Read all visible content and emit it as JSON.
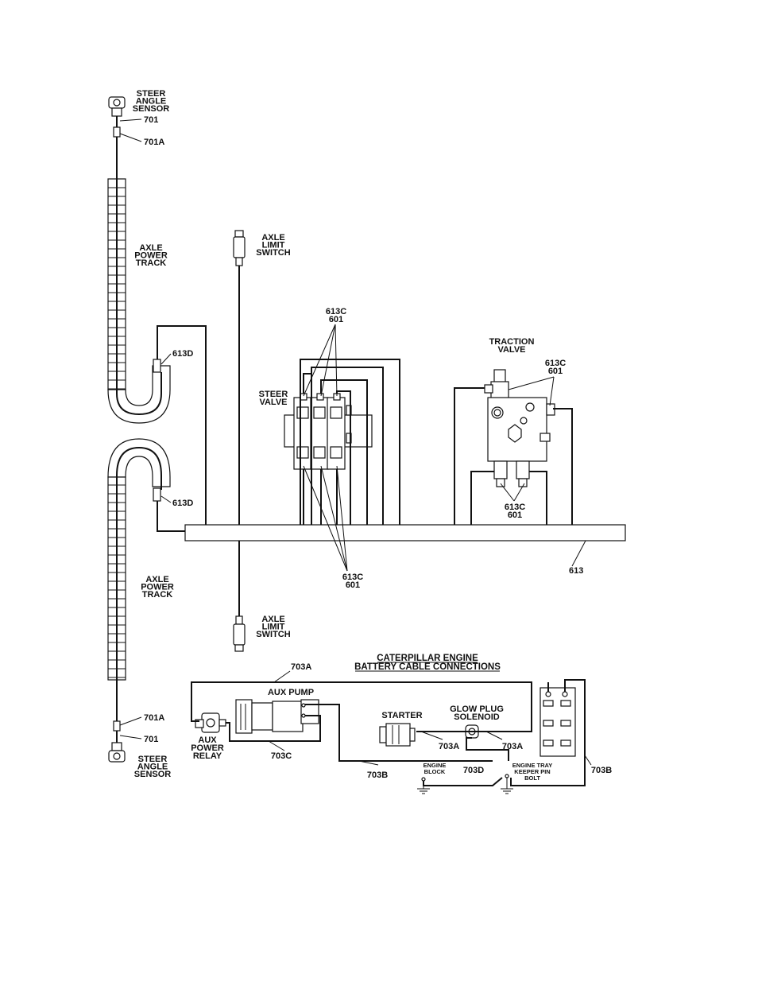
{
  "labels": {
    "steer_angle_sensor_top": [
      "STEER",
      "ANGLE",
      "SENSOR"
    ],
    "w701_top": "701",
    "w701a_top": "701A",
    "axle_power_track_top": [
      "AXLE",
      "POWER",
      "TRACK"
    ],
    "axle_limit_switch_top": [
      "AXLE",
      "LIMIT",
      "SWITCH"
    ],
    "w613c_601_top": [
      "613C",
      "601"
    ],
    "traction_valve": [
      "TRACTION",
      "VALVE"
    ],
    "w613c_601_traction": [
      "613C",
      "601"
    ],
    "w613d_top": "613D",
    "steer_valve": [
      "STEER",
      "VALVE"
    ],
    "w613d_bottom": "613D",
    "w613c_601_traction_bottom": [
      "613C",
      "601"
    ],
    "w613": "613",
    "axle_power_track_bottom": [
      "AXLE",
      "POWER",
      "TRACK"
    ],
    "w613c_601_bottom": [
      "613C",
      "601"
    ],
    "axle_limit_switch_bottom": [
      "AXLE",
      "LIMIT",
      "SWITCH"
    ],
    "w703a_left": "703A",
    "engine_title": [
      "CATERPILLAR ENGINE",
      "BATTERY CABLE CONNECTIONS"
    ],
    "aux_pump": "AUX PUMP",
    "starter": "STARTER",
    "glow_plug_solenoid": [
      "GLOW PLUG",
      "SOLENOID"
    ],
    "w701a_bottom": "701A",
    "w701_bottom": "701",
    "aux_power_relay": [
      "AUX",
      "POWER",
      "RELAY"
    ],
    "w703c": "703C",
    "w703a_mid": "703A",
    "w703a_right": "703A",
    "steer_angle_sensor_bottom": [
      "STEER",
      "ANGLE",
      "SENSOR"
    ],
    "w703b_left": "703B",
    "engine_block": [
      "ENGINE",
      "BLOCK"
    ],
    "w703d": "703D",
    "engine_tray": [
      "ENGINE TRAY",
      "KEEPER PIN",
      "BOLT"
    ],
    "w703b_right": "703B"
  }
}
